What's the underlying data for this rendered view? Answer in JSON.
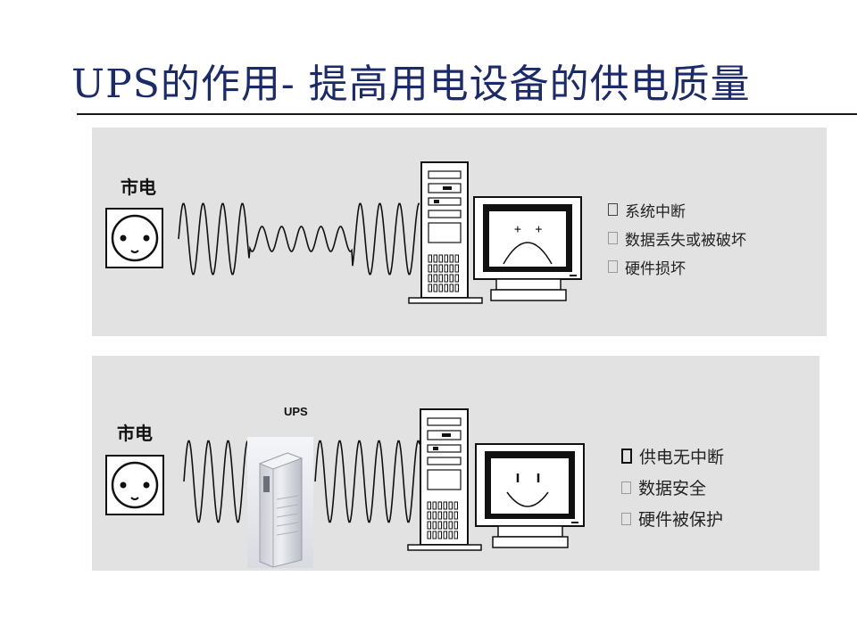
{
  "title": "UPS的作用- 提高用电设备的供电质量",
  "top_panel": {
    "mains_label": "市电",
    "screen_eyes": "+  +",
    "effects": [
      "系统中断",
      "数据丢失或被破坏",
      "硬件损坏"
    ]
  },
  "bottom_panel": {
    "mains_label": "市电",
    "ups_label": "UPS",
    "effects": [
      "供电无中断",
      "数据安全",
      "硬件被保护"
    ]
  },
  "icons": {
    "outlet": "power-outlet-icon",
    "tower": "computer-tower-icon",
    "monitor": "monitor-icon",
    "ups": "ups-unit-icon"
  },
  "colors": {
    "title": "#1b2a6b",
    "panel": "#e2e2e2"
  }
}
